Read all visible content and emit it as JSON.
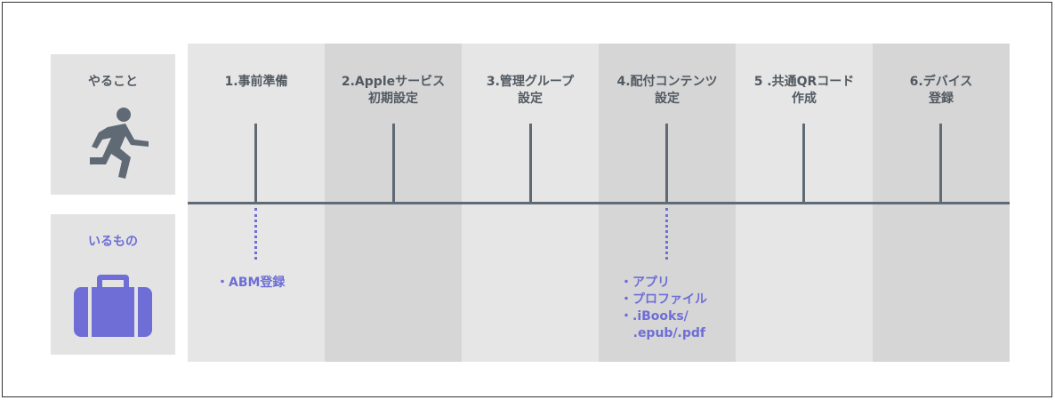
{
  "left": {
    "todo_label": "やること",
    "need_label": "いるもの"
  },
  "colors": {
    "dark": "#515961",
    "accent": "#6e6ed6",
    "col_light": "#e6e6e6",
    "col_dark": "#d6d6d6",
    "left_box": "#e3e3e3"
  },
  "icons": {
    "todo": "running-person-icon",
    "need": "suitcase-icon"
  },
  "steps": [
    {
      "label": "1.事前準備",
      "items": [
        "・ABM登録"
      ]
    },
    {
      "label": "2.Appleサービス\n初期設定",
      "items": []
    },
    {
      "label": "3.管理グループ\n設定",
      "items": []
    },
    {
      "label": "4.配付コンテンツ\n設定",
      "items": [
        "・アプリ",
        "・プロファイル",
        "・.iBooks/",
        "   .epub/.pdf"
      ]
    },
    {
      "label": "5 .共通QRコード\n作成",
      "items": []
    },
    {
      "label": "6.デバイス\n登録",
      "items": []
    }
  ]
}
